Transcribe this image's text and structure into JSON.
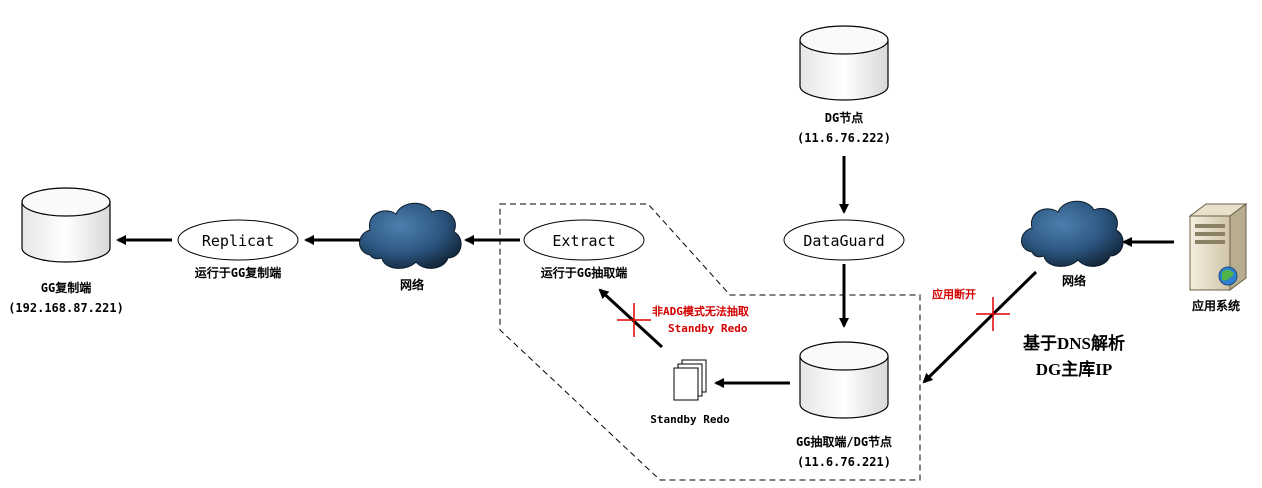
{
  "nodes": {
    "gg_replicat_db": {
      "name": "GG复制端",
      "ip": "(192.168.87.221)"
    },
    "replicat": {
      "label": "Replicat",
      "caption": "运行于GG复制端"
    },
    "network_left": {
      "label": "网络"
    },
    "extract": {
      "label": "Extract",
      "caption": "运行于GG抽取端"
    },
    "dg_node": {
      "name": "DG节点",
      "ip": "(11.6.76.222)"
    },
    "dataguard": {
      "label": "DataGuard"
    },
    "gg_extract_db": {
      "name": "GG抽取端/DG节点",
      "ip": "(11.6.76.221)"
    },
    "standby_redo": {
      "label": "Standby Redo"
    },
    "network_right": {
      "label": "网络"
    },
    "app_system": {
      "label": "应用系统"
    }
  },
  "annotations": {
    "adg_note_line1": "非ADG模式无法抽取",
    "adg_note_line2": "Standby Redo",
    "app_disconnect": "应用断开",
    "dns_line1": "基于DNS解析",
    "dns_line2": "DG主库IP"
  },
  "colors": {
    "accent_red": "#d40000",
    "cloud_blue": "#2f5f8a"
  }
}
